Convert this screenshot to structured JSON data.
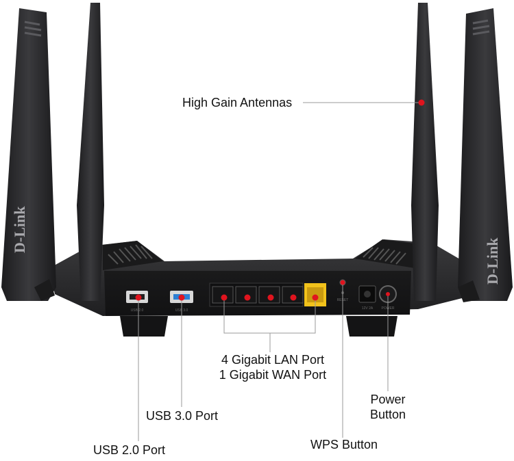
{
  "labels": {
    "antennas": "High Gain Antennas",
    "lan_line1": "4 Gigabit LAN Port",
    "lan_line2": "1 Gigabit WAN Port",
    "power_line1": "Power",
    "power_line2": "Button",
    "usb3": "USB 3.0 Port",
    "usb2": "USB 2.0 Port",
    "wps": "WPS Button"
  },
  "brand_text": "D-Link",
  "port_labels": {
    "usb2": "USB 2.0",
    "usb3": "USB 3.0",
    "reset": "RESET",
    "dc": "12V 2A",
    "power": "POWER"
  },
  "colors": {
    "marker": "#e0141e",
    "leader_line": "#9a9a9a",
    "router_body": "#2b2b2d",
    "antenna": "#252527",
    "usb3_port": "#2d7fd3",
    "wan_port": "#f2c21b",
    "text": "#111111"
  }
}
